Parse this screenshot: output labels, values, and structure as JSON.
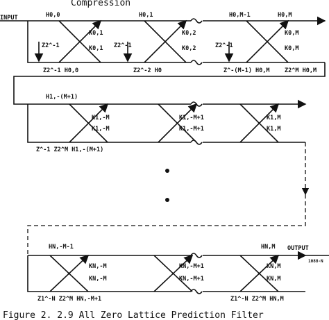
{
  "heading": "Compression",
  "caption": "Figure 2. 2.9 All Zero Lattice Prediction Filter",
  "input_label": "INPUT",
  "output_label": "OUTPUT",
  "output_sub": "1088-N",
  "stage0": {
    "h_top": [
      "H0,0",
      "H0,1",
      "H0,M-1",
      "H0,M"
    ],
    "k_labels": [
      "K0,1",
      "K0,1",
      "K0,2",
      "K0,2",
      "K0,M",
      "K0,M"
    ],
    "z_labels": [
      "Z2^-1",
      "Z2^-1",
      "Z2^-1"
    ],
    "h_bottom": [
      "Z2^-1 H0,0",
      "Z2^-2 H0",
      "Z^-(M-1) H0,M",
      "Z2^M H0,M"
    ]
  },
  "stage1": {
    "h_top": "H1,-(M+1)",
    "k_labels": [
      "K1,-M",
      "K1,-M",
      "K1,-M+1",
      "K1,-M+1",
      "K1,M",
      "K1,M"
    ],
    "h_bottom": "Z^-1 Z2^M H1,-(M+1)"
  },
  "stageN": {
    "h_top_left": "HN,-M-1",
    "h_top_right": "HN,M",
    "k_labels": [
      "KN,-M",
      "KN,-M",
      "KN,-M+1",
      "KN,-M+1",
      "KN,M",
      "KN,M"
    ],
    "h_bottom": [
      "Z1^-N Z2^M HN,-M+1",
      "Z1^-N Z2^M HN,M"
    ]
  }
}
